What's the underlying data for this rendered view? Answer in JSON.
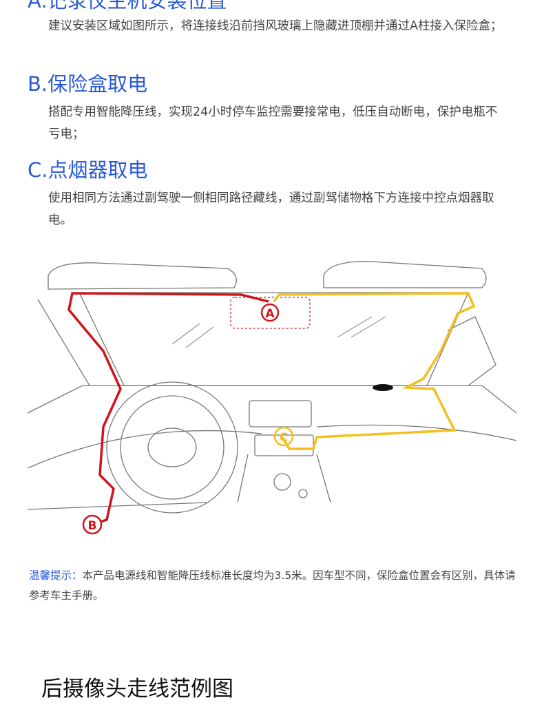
{
  "sections": [
    {
      "title": "A.记录仪主机安装位置",
      "text": "建议安装区域如图所示，将连接线沿前挡风玻璃上隐藏进顶棚并通过A柱接入保险盒；"
    },
    {
      "title": "B.保险盒取电",
      "text": "搭配专用智能降压线，实现24小时停车监控需要接常电，低压自动断电，保护电瓶不亏电；"
    },
    {
      "title": "C.点烟器取电",
      "text": "使用相同方法通过副驾驶一侧相同路径藏线，通过副驾储物格下方连接中控点烟器取电。"
    }
  ],
  "diagram": {
    "marker_a": "A",
    "marker_b": "B",
    "marker_c": "C",
    "red_color": "#d0141c",
    "yellow_color": "#f2c01e"
  },
  "tip": {
    "label": "温馨提示：",
    "text": "本产品电源线和智能降压线标准长度均为3.5米。因车型不同，保险盒位置会有区别，具体请参考车主手册。"
  },
  "next_section_title": "后摄像头走线范例图"
}
